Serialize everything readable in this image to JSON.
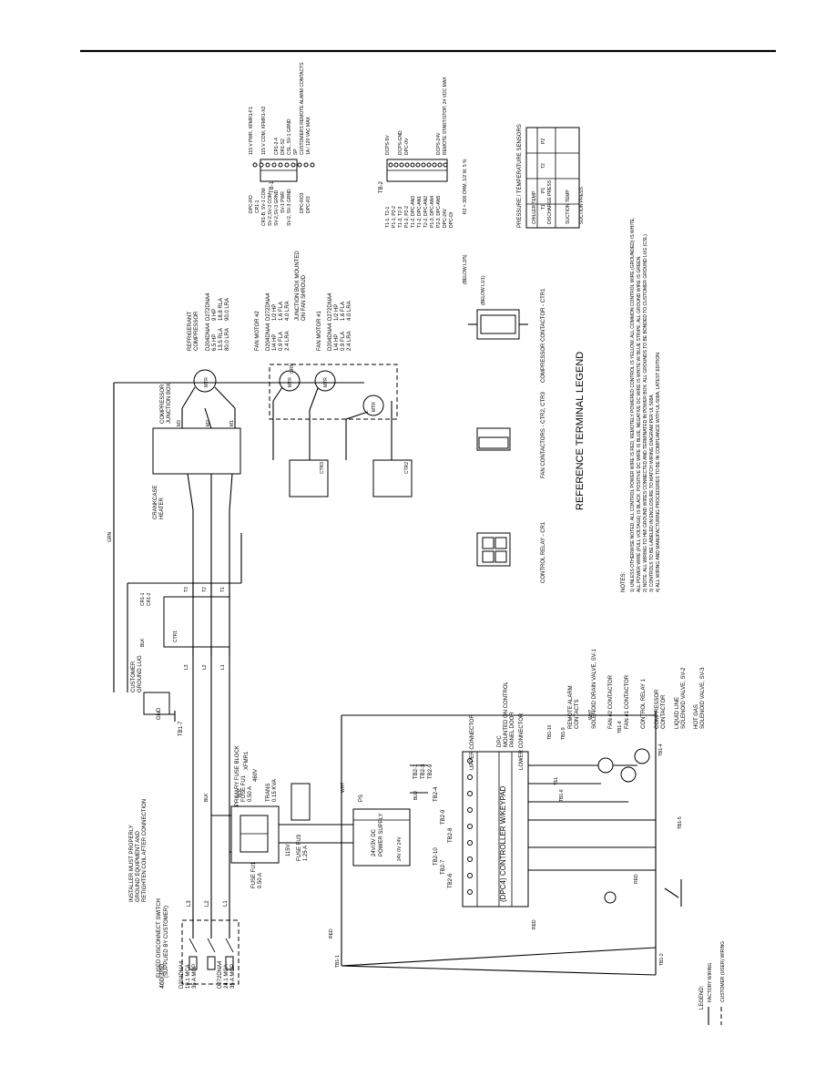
{
  "supply": {
    "voltage": "460/3/60",
    "fused_disconnect": [
      "FUSED DISCONNECT SWITCH",
      "(SUPPLIED BY CUSTOMER)"
    ],
    "mca_a": [
      "D204DNA4",
      "19.1 MCA",
      "35 A MOP"
    ],
    "mca_b": [
      "D272DNA4",
      "24.1 MCA",
      "35 A MOP"
    ],
    "lines": [
      "L3",
      "L2",
      "L1"
    ],
    "install_note": [
      "INSTALLER MUST PROPERLY",
      "GROUND EQUIPMENT AND",
      "RETIGHTEN COIL AFTER CONNECTION"
    ]
  },
  "fuses": {
    "fu1": [
      "FUSE FU1",
      "0.50 A"
    ],
    "primary_block": [
      "PRIMARY FUSE BLOCK",
      "FUSE FU1",
      "0.50 A"
    ],
    "fu3": [
      "FUSE FU3",
      "1.25 A"
    ],
    "trans": [
      "TRANS",
      "0.15 KVA"
    ],
    "xfmr": "XFMR1",
    "v460": "460V",
    "v115": "115V"
  },
  "power_supply": {
    "label": "PS",
    "lines": [
      "24V/3V DC",
      "POWER SUPPLY",
      "24V 0V 24V"
    ]
  },
  "controller": {
    "title": "(DPC4) CONTROLLER W/KEYPAD",
    "upper": "UPPER CONNECTOR",
    "lower": "LOWER CONNECTOR",
    "mounted": [
      "DPC",
      "MOUNTED ON CONTROL",
      "PANEL DOOR"
    ],
    "tb_labels": [
      "TB2-4",
      "TB2-9",
      "TB2-8",
      "TB2-10",
      "TB2-7",
      "TB2-6"
    ]
  },
  "ground": {
    "lug": [
      "CUSTOMER",
      "GROUND LUG"
    ],
    "tb": "TB1-7",
    "gnd": "GND"
  },
  "field_devices": [
    [
      "REMOTE ALARM",
      "CONTACTS"
    ],
    [
      "SOLENOID DRAIN VALVE, SV-1"
    ],
    [
      "FAN #2 CONTACTOR"
    ],
    [
      "FAN #1 CONTACTOR"
    ],
    [
      "CONTROL RELAY 1"
    ],
    [
      "COMPRESSOR",
      "CONTACTOR"
    ],
    [
      "LIQUID LINE",
      "SOLENOID VALVE, SV-2"
    ],
    [
      "HOT GAS",
      "SOLENOID VALVE, SV-3"
    ]
  ],
  "compressor": {
    "box": [
      "COMPRESSOR",
      "JUNCTION BOX"
    ],
    "heater": [
      "CRANKCASE",
      "HEATER"
    ],
    "refrig": [
      "REFRIGERANT",
      "COMPRESSOR"
    ],
    "specs_a": [
      "D204DNA4",
      "6.5 HP",
      "13.5 RLA",
      "80.0 LRA"
    ],
    "specs_b": [
      "D272DNA4",
      "9 HP",
      "18.8 RLA",
      "90.0 LRA"
    ]
  },
  "fan_motors": {
    "fm2": [
      "FAN MOTOR #2",
      "D204DNA4",
      "1/4 HP",
      "0.9 FLA",
      "2.4 LRA"
    ],
    "fm2b": [
      "D272DNA4",
      "1/2 HP",
      "1.6 FLA",
      "4.0 LRA"
    ],
    "fm1": [
      "FAN MOTOR #1",
      "D204DNA4",
      "1/4 HP",
      "0.9 FLA",
      "2.4 LRA"
    ],
    "fm1b": [
      "D272DNA4",
      "1/2 HP",
      "1.6 FLA",
      "4.0 LRA"
    ],
    "jbox": [
      "JUNCTION BOX MOUNTED",
      "ON FAN SHROUD"
    ]
  },
  "tb1": {
    "title": "TB-1",
    "left": [
      "DPC-RO",
      "CR1-1",
      "CR1-B, SV-1 COM",
      "SV-2,SV-3 COM",
      "SV-2,SV-3 GRND",
      "SV-1 PWR",
      "SV-2, SV-3 GRND",
      "",
      "DPC-RO3",
      "DPC-R3"
    ],
    "right": [
      "115 V PWR, XFMR1-F1",
      "115 V COM, XFMR1-X2",
      "",
      "CR1-2-4",
      "DR1-S2",
      "CSL, SV-1 GRND",
      "SP",
      "CUSTOMERS REMOTE ALARM CONTACTS",
      "1A / 120 VAC MAX"
    ]
  },
  "tb2": {
    "title": "TB-2",
    "left": [
      "T1-1, T2-1",
      "P1-1, P2-2",
      "T1-3, T2-3",
      "P1-2, P2-2",
      "T1-2, DPC-AN3",
      "T1-2, DPC-AN1",
      "T2-2, DPC-AN2",
      "P1-3, DPC-AN4",
      "P2-3, DPC-AN5",
      "DPC-24V",
      "DPC-DI"
    ],
    "right": [
      "DCPS-5V",
      "DCPS-GND",
      "DPC-0V",
      "DCPS-24V",
      "REMOTE START/STOP, 24 VDC MAX"
    ],
    "note": "R2 = 300 OHM, 1/2 W, 5 %"
  },
  "sensors": {
    "title": "PRESSURE / TEMPERATURE SENSORS",
    "items": [
      "CHILLER TEMP",
      "DISCHARGE PRESS",
      "SUCTION TEMP",
      "SUCTION PRESS"
    ],
    "tags": [
      "T1",
      "P1",
      "T2",
      "P2"
    ]
  },
  "relays": {
    "cr1": "CONTROL RELAY - CR1",
    "ctr23": "FAN CONTACTORS - CTR2, CTR3",
    "ctr1": "COMPRESSOR CONTACTOR - CTR1",
    "below_a": "(BELOW L1/1)",
    "below_b": "(BELOW L3/5)"
  },
  "legend_title": "REFERENCE TERMINAL LEGEND",
  "notes": {
    "heading": "NOTES:",
    "items": [
      "1)  UNLESS OTHERWISE NOTED, ALL CONTROL POWER WIRE IS RED, REMOTELY POWERED CONTROL IS YELLOW, ALL COMMON CONTROL WIRE (GROUNDED) IS WHITE,",
      "     ALL POWER WIRE (FULL VOLTAGE) IS BLACK, POSITIVE DC WIRE IS BLUE, NEGATIVE DC WIRE IS WHITE W/ BLUE STRIPE, ALL GROUND WIRE IS GREEN.",
      "2)  NOTE: ALL WIRING TO HMI GROUND WIRES CONNECTED AND TERMINATED IN POWER BOX. ALL GROUNDS TO BE BONDED TO CUSTOMER GROUND LUG (CSL).",
      "3)  CONTROLS TO BE LABELED IN ENCLOSURE TO MATCH WIRING DIAGRAM PER UL 508A.",
      "4)  ALL WIRING AND MANUFACTURING PROCEDURES TO BE IN COMPLIANCE WITH UL-508A, LATEST EDITION."
    ]
  },
  "legend": {
    "title": "LEGEND:",
    "factory": "FACTORY WIRING",
    "customer": "CUSTOMER (USER) WIRING"
  },
  "wire_tags": {
    "red": "RED",
    "wht": "WHT",
    "blk": "BLK",
    "grn": "GRN",
    "yel": "YEL",
    "blu": "BLU",
    "tb1_1": "TB1-1",
    "tb1_2": "TB1-2",
    "tb1_4": "TB1-4",
    "tb1_5": "TB1-5",
    "tb1_6": "TB1-6",
    "tb1_8": "TB1-8",
    "tb1_9": "TB1-9",
    "tb1_10": "TB1-10",
    "tb2_1": "TB2-1",
    "tb2_3": "TB2-3",
    "tb2_9": "TB2-9",
    "cr1_1": "CR1-1",
    "cr1_2": "CR1-2",
    "ctr1": "CTR1",
    "ctr2": "CTR2",
    "ctr3": "CTR3",
    "t1": "T1",
    "t2": "T2",
    "t3": "T3",
    "l1": "L1",
    "l2": "L2",
    "l3": "L3",
    "m1": "M1",
    "m2": "M2",
    "m3": "M3",
    "mtr": "MTR"
  }
}
